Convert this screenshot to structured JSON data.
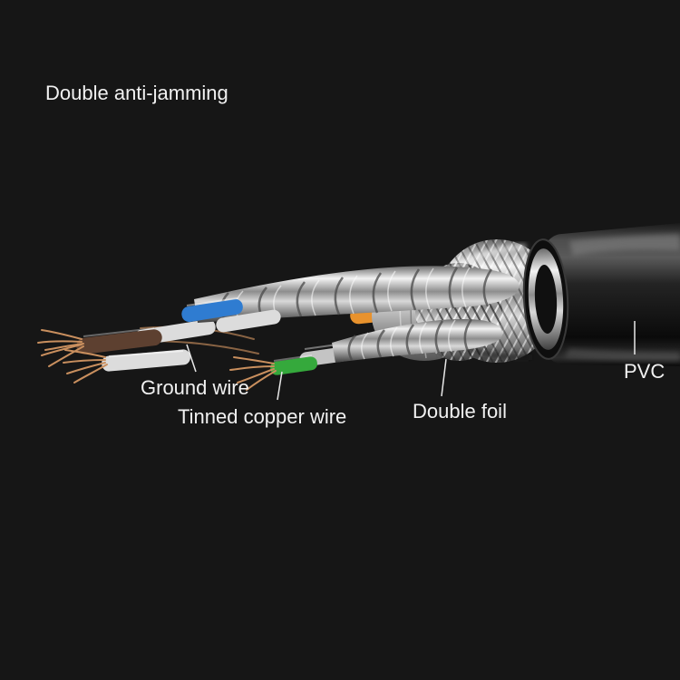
{
  "heading": {
    "label": "Double anti-jamming"
  },
  "callouts": {
    "ground_wire": "Ground wire",
    "tinned_copper_wire": "Tinned copper wire",
    "double_foil": "Double foil",
    "pvc": "PVC"
  },
  "colors": {
    "bg": "#161616",
    "text": "#f1f1f1",
    "leader-line": "#e8e8e8",
    "copper": "#c98f5e",
    "wire-blue": "#2f7cd1",
    "wire-brown": "#5d4030",
    "wire-orange": "#e8922d",
    "wire-green": "#35a93c",
    "wire-white": "#dcdcdc",
    "wire-gray": "#c4c4c4"
  }
}
